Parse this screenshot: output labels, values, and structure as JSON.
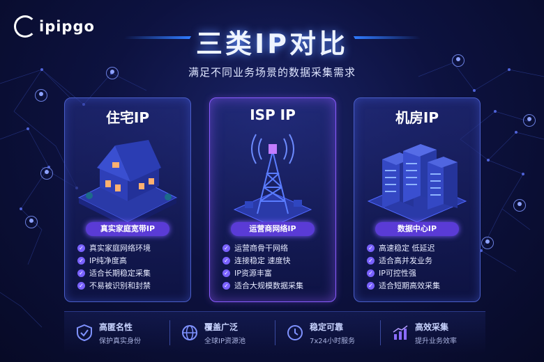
{
  "logo": {
    "text": "ipipgo"
  },
  "header": {
    "title": "三类IP对比",
    "subtitle": "满足不同业务场景的数据采集需求"
  },
  "cards": [
    {
      "title": "住宅IP",
      "badge": "真实家庭宽带IP",
      "illustration": "house-icon",
      "features": [
        "真实家庭网络环境",
        "IP纯净度高",
        "适合长期稳定采集",
        "不易被识别和封禁"
      ]
    },
    {
      "title": "ISP IP",
      "badge": "运营商网络IP",
      "illustration": "tower-icon",
      "features": [
        "运营商骨干网络",
        "连接稳定 速度快",
        "IP资源丰富",
        "适合大规模数据采集"
      ]
    },
    {
      "title": "机房IP",
      "badge": "数据中心IP",
      "illustration": "server-icon",
      "features": [
        "高速稳定 低延迟",
        "适合高并发业务",
        "IP可控性强",
        "适合短期高效采集"
      ]
    }
  ],
  "bottom": [
    {
      "icon": "shield-check-icon",
      "title": "高匿名性",
      "sub": "保护真实身份"
    },
    {
      "icon": "globe-icon",
      "title": "覆盖广泛",
      "sub": "全球IP资源池"
    },
    {
      "icon": "clock-icon",
      "title": "稳定可靠",
      "sub": "7x24小时服务"
    },
    {
      "icon": "bar-chart-icon",
      "title": "高效采集",
      "sub": "提升业务效率"
    }
  ],
  "colors": {
    "accent": "#7a62ff",
    "background": "#0d1240",
    "title_glow": "#5b8cff"
  }
}
